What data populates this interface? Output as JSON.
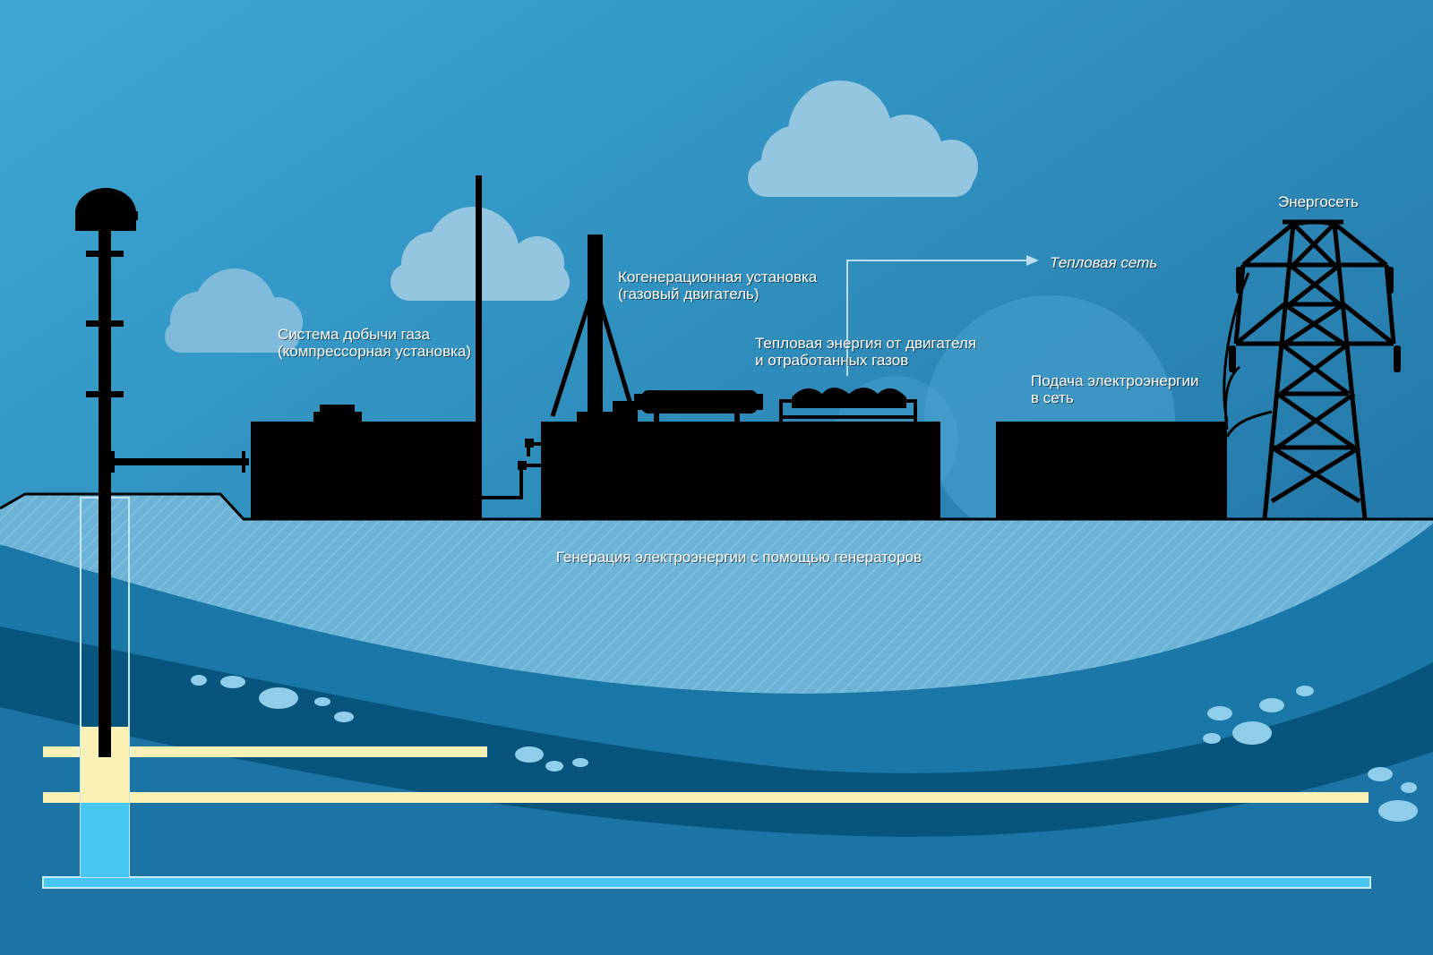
{
  "labels": {
    "gas_extraction": {
      "line1": "Система добычи газа",
      "line2": "(компрессорная установка)"
    },
    "cogeneration": {
      "line1": "Когенерационная установка",
      "line2": "(газовый двигатель)"
    },
    "heat_energy": {
      "line1": "Тепловая энергия от двигателя",
      "line2": "и отработанных газов"
    },
    "heat_network": "Тепловая сеть",
    "grid_supply": {
      "line1": "Подача электроэнергии",
      "line2": "в сеть"
    },
    "power_grid": "Энергосеть",
    "generation": "Генерация электроэнергии с помощью генераторов"
  },
  "colors": {
    "sky_top": "#3da6d3",
    "sky_bottom": "#1c6d9e",
    "cloud": "#95c6df",
    "silhouette": "#000000",
    "ground_light": "#6fb6d9",
    "layer_mid": "#1a77a6",
    "layer_dark": "#07557d",
    "gas_pipe": "#faf1b6",
    "water_pipe": "#48c6f2"
  }
}
